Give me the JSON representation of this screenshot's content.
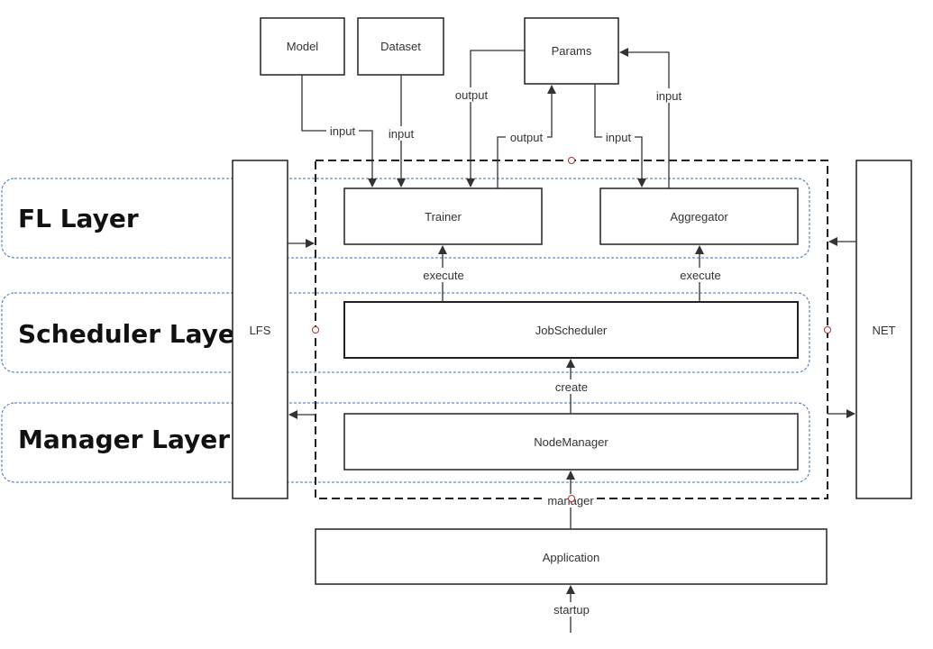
{
  "layers": {
    "fl": "FL Layer",
    "scheduler": "Scheduler Layer",
    "manager": "Manager Layer"
  },
  "nodes": {
    "model": "Model",
    "dataset": "Dataset",
    "params": "Params",
    "trainer": "Trainer",
    "aggregator": "Aggregator",
    "job_scheduler": "JobScheduler",
    "node_manager": "NodeManager",
    "application": "Application",
    "lfs": "LFS",
    "net": "NET"
  },
  "edges": {
    "model_input": "input",
    "dataset_input": "input",
    "params_output": "output",
    "trainer_output": "output",
    "params_input": "input",
    "aggregator_input": "input",
    "execute_trainer": "execute",
    "execute_aggregator": "execute",
    "create": "create",
    "manager": "manager",
    "startup": "startup"
  },
  "colors": {
    "box_stroke": "#000000",
    "text": "#333333",
    "layer_outline": "#3b6fb6",
    "arrow": "#333333",
    "port_marker": "#b03030"
  }
}
